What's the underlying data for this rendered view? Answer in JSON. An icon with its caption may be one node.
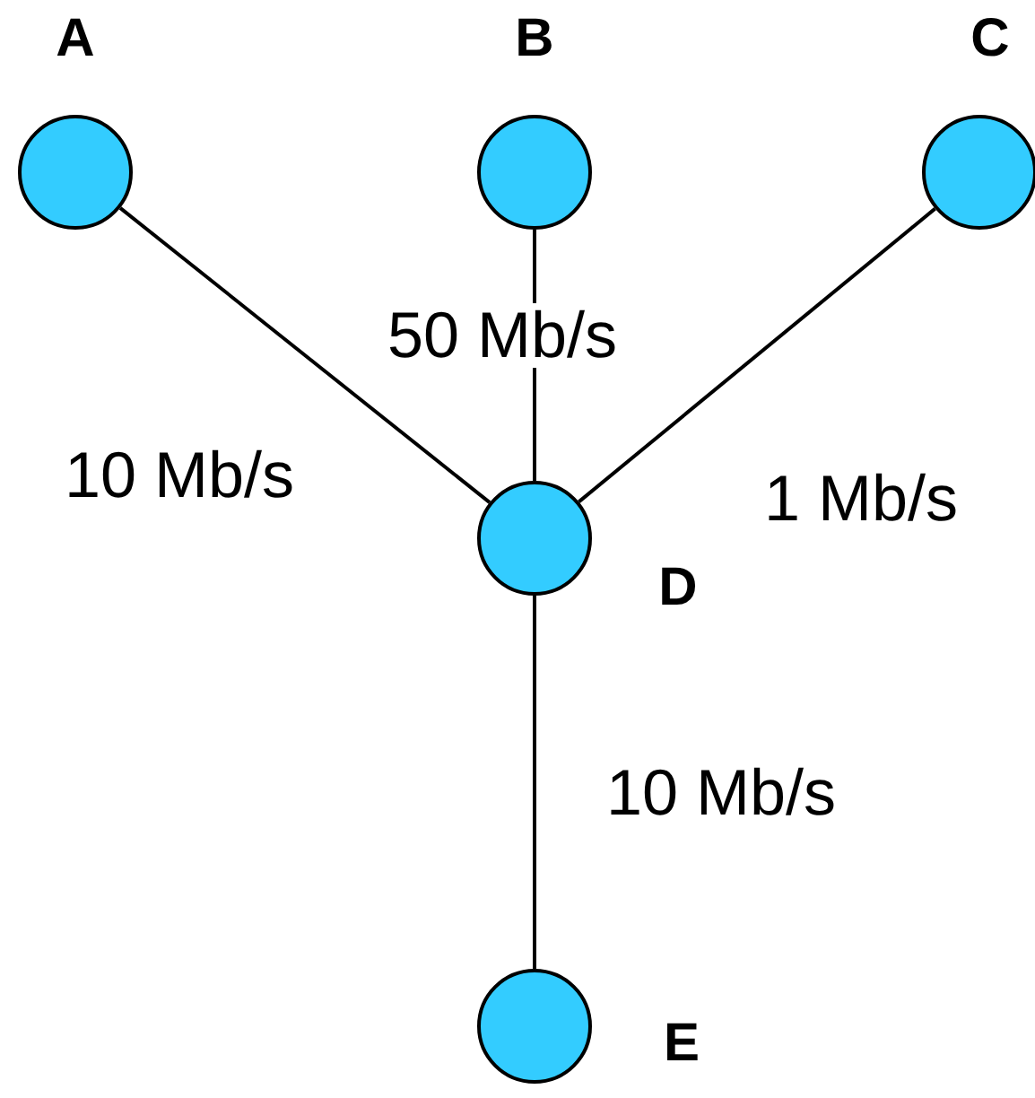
{
  "diagram": {
    "nodes": [
      {
        "text": [
          "A"
        ]
      },
      {
        "text": [
          "B"
        ]
      },
      {
        "text": [
          "C"
        ]
      },
      {
        "text": [
          "D"
        ]
      },
      {
        "text": [
          "E"
        ]
      }
    ],
    "edges": [
      {
        "from": 0,
        "to": 3,
        "arrow": "none",
        "label": "10 Mb/s"
      },
      {
        "from": 1,
        "to": 3,
        "arrow": "none",
        "label": "50 Mb/s"
      },
      {
        "from": 2,
        "to": 3,
        "arrow": "none",
        "label": "1 Mb/s"
      },
      {
        "from": 3,
        "to": 4,
        "arrow": "none",
        "label": "10 Mb/s"
      }
    ]
  }
}
